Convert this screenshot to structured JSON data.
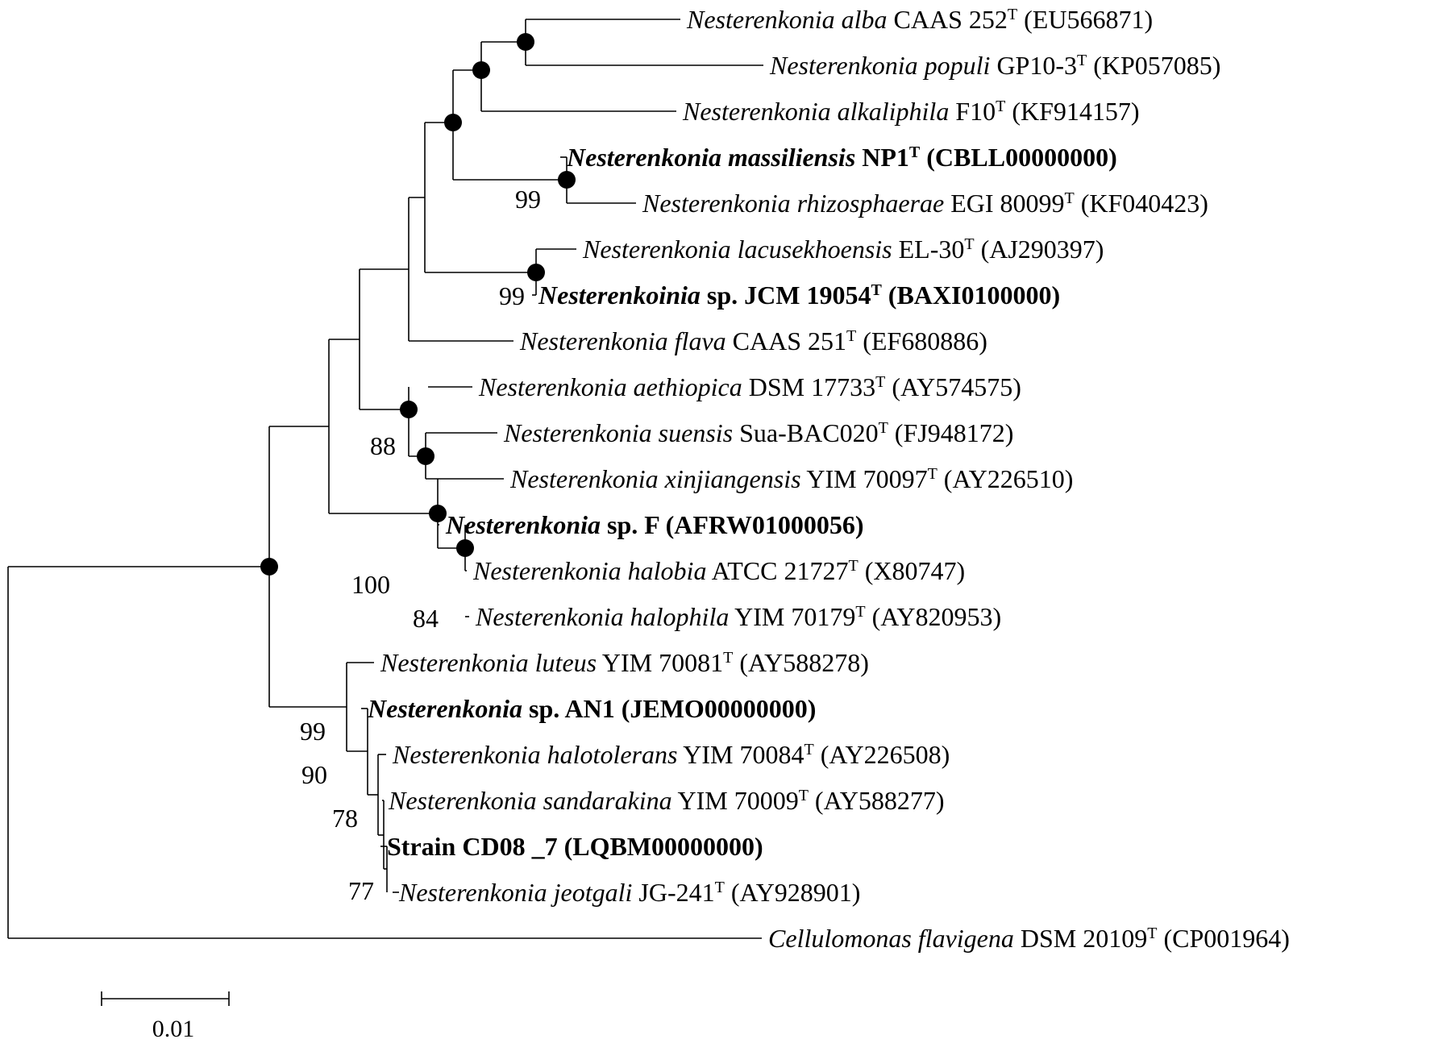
{
  "tree": {
    "leaves": [
      {
        "genus": "Nesterenkonia",
        "species": "alba",
        "strain": "CAAS 252",
        "type_strain": true,
        "accession": "(EU566871)",
        "bold": false
      },
      {
        "genus": "Nesterenkonia",
        "species": "populi",
        "strain": "GP10-3",
        "type_strain": true,
        "accession": "(KP057085)",
        "bold": false
      },
      {
        "genus": "Nesterenkonia",
        "species": "alkaliphila",
        "strain": "F10",
        "type_strain": true,
        "accession": "(KF914157)",
        "bold": false
      },
      {
        "genus": "Nesterenkonia",
        "species": "massiliensis",
        "strain": "NP1",
        "type_strain": true,
        "accession": "(CBLL00000000)",
        "bold": true
      },
      {
        "genus": "Nesterenkonia",
        "species": "rhizosphaerae",
        "strain": "EGI 80099",
        "type_strain": true,
        "accession": "(KF040423)",
        "bold": false
      },
      {
        "genus": "Nesterenkonia",
        "species": "lacusekhoensis",
        "strain": "EL-30",
        "type_strain": true,
        "accession": "(AJ290397)",
        "bold": false
      },
      {
        "genus": "Nesterenkoinia",
        "species": "",
        "strain": "sp. JCM 19054",
        "type_strain": true,
        "accession": "(BAXI0100000)",
        "bold": true
      },
      {
        "genus": "Nesterenkonia",
        "species": "flava",
        "strain": "CAAS 251",
        "type_strain": true,
        "accession": "(EF680886)",
        "bold": false
      },
      {
        "genus": "Nesterenkonia",
        "species": "aethiopica",
        "strain": "DSM 17733",
        "type_strain": true,
        "accession": "(AY574575)",
        "bold": false
      },
      {
        "genus": "Nesterenkonia",
        "species": "suensis",
        "strain": "Sua-BAC020",
        "type_strain": true,
        "accession": "(FJ948172)",
        "bold": false
      },
      {
        "genus": "Nesterenkonia",
        "species": "xinjiangensis",
        "strain": "YIM 70097",
        "type_strain": true,
        "accession": "(AY226510)",
        "bold": false
      },
      {
        "genus": "Nesterenkonia",
        "species": "",
        "strain": "sp. F",
        "type_strain": false,
        "accession": "(AFRW01000056)",
        "bold": true
      },
      {
        "genus": "Nesterenkonia",
        "species": "halobia",
        "strain": "ATCC 21727",
        "type_strain": true,
        "accession": "(X80747)",
        "bold": false
      },
      {
        "genus": "Nesterenkonia",
        "species": "halophila",
        "strain": "YIM 70179",
        "type_strain": true,
        "accession": "(AY820953)",
        "bold": false
      },
      {
        "genus": "Nesterenkonia",
        "species": "luteus",
        "strain": "YIM 70081",
        "type_strain": true,
        "accession": "(AY588278)",
        "bold": false
      },
      {
        "genus": "Nesterenkonia",
        "species": "",
        "strain": "sp. AN1",
        "type_strain": false,
        "accession": "(JEMO00000000)",
        "bold": true
      },
      {
        "genus": "Nesterenkonia",
        "species": "halotolerans",
        "strain": "YIM 70084",
        "type_strain": true,
        "accession": "(AY226508)",
        "bold": false
      },
      {
        "genus": "Nesterenkonia",
        "species": "sandarakina",
        "strain": "YIM 70009",
        "type_strain": true,
        "accession": "(AY588277)",
        "bold": false
      },
      {
        "genus": "",
        "species": "",
        "strain": "Strain CD08 _7",
        "type_strain": false,
        "accession": "(LQBM00000000)",
        "bold": true
      },
      {
        "genus": "Nesterenkonia",
        "species": "jeotgali",
        "strain": "JG-241",
        "type_strain": true,
        "accession": "(AY928901)",
        "bold": false
      },
      {
        "genus": "Cellulomonas",
        "species": "flavigena",
        "strain": "DSM 20109",
        "type_strain": true,
        "accession": "(CP001964)",
        "bold": false
      }
    ],
    "type_marker": "T",
    "bootstrap_values": [
      "99",
      "99",
      "88",
      "100",
      "84",
      "99",
      "90",
      "78",
      "77"
    ],
    "scale_bar": {
      "label": "0.01"
    },
    "colors": {
      "line": "#000000",
      "node": "#000000",
      "background": "#ffffff"
    }
  }
}
